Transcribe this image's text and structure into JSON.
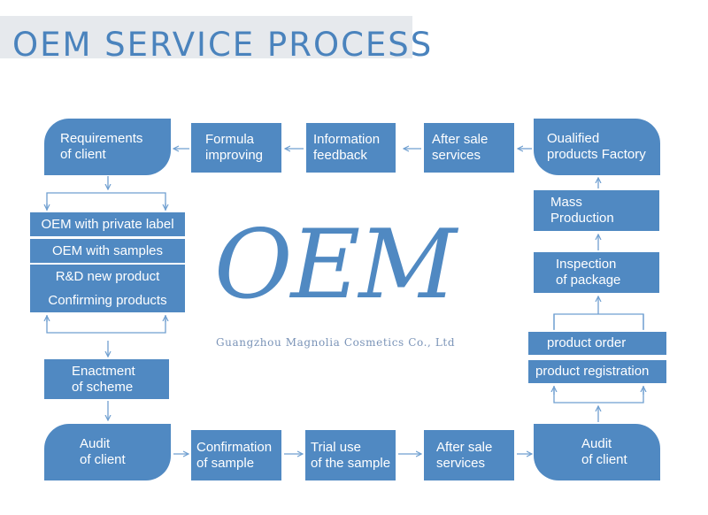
{
  "title": "OEM SERVICE PROCESS",
  "center": {
    "logo": "OEM",
    "company": "Guangzhou Magnolia Cosmetics Co., Ltd"
  },
  "top_row": {
    "requirements": "Requirements\nof client",
    "formula": "Formula\nimproving",
    "info": "Information\nfeedback",
    "after_sale": "After sale\nservices",
    "qualified": "Oualified\nproducts Factory"
  },
  "left_col": {
    "options": [
      "OEM with private label",
      "OEM with samples",
      "R&D new product",
      "Confirming products"
    ],
    "enactment": "Enactment\nof scheme"
  },
  "right_col": {
    "mass": "Mass\nProduction",
    "inspection": "Inspection\nof package",
    "order": "product order",
    "registration": "product registration"
  },
  "bottom_row": {
    "audit_left": "Audit\nof client",
    "confirmation": "Confirmation\nof sample",
    "trial": "Trial use\nof the sample",
    "after_sale": "After sale\nservices",
    "audit_right": "Audit\nof client"
  },
  "colors": {
    "box": "#5089c2",
    "line": "#6f9fd0",
    "title": "#4a83bd",
    "band": "#e6e9ed"
  }
}
